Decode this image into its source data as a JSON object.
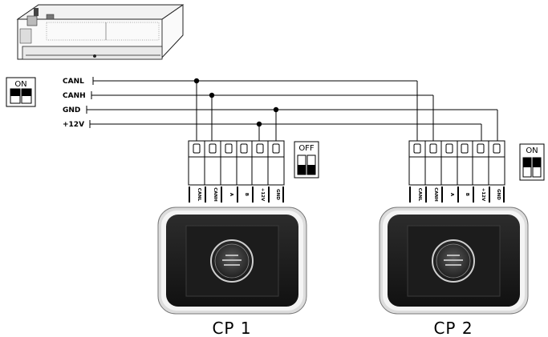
{
  "bus_lines": [
    "CANL",
    "CANH",
    "GND",
    "+12V"
  ],
  "terminal_labels": [
    "CANL",
    "CANH",
    "A",
    "B",
    "+12V",
    "GND"
  ],
  "switches": {
    "main": "ON",
    "cp1": "OFF",
    "cp2": "ON"
  },
  "panels": [
    {
      "label": "CP 1"
    },
    {
      "label": "CP 2"
    }
  ]
}
